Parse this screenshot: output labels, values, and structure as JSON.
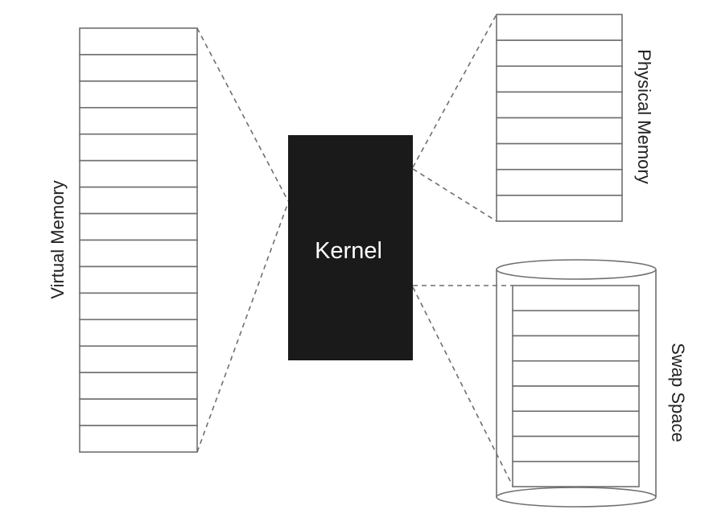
{
  "labels": {
    "virtual_memory": "Virtual Memory",
    "kernel": "Kernel",
    "physical_memory": "Physical Memory",
    "swap_space": "Swap Space"
  },
  "blocks": {
    "virtual_memory_slots": 16,
    "physical_memory_slots": 8,
    "swap_space_slots": 8
  },
  "colors": {
    "kernel_fill": "#1a1a1a",
    "line": "#6f6f6f",
    "text": "#222222",
    "background": "#ffffff"
  }
}
